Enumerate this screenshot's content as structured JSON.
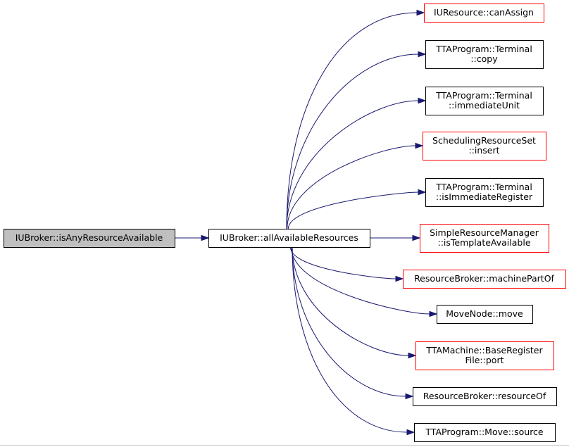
{
  "colors": {
    "edge": "#191970",
    "border_default": "#000000",
    "border_incomplete": "#ff0000",
    "root_fill": "#bfbfbf",
    "node_fill": "#ffffff"
  },
  "nodes": {
    "root": {
      "lines": [
        "IUBroker::isAnyResourceAvailable"
      ],
      "style": "root"
    },
    "center": {
      "lines": [
        "IUBroker::allAvailableResources"
      ],
      "style": "default"
    },
    "can_assign": {
      "lines": [
        "IUResource::canAssign"
      ],
      "style": "incomplete"
    },
    "terminal_copy": {
      "lines": [
        "TTAProgram::Terminal",
        "::copy"
      ],
      "style": "default"
    },
    "terminal_immediate_unit": {
      "lines": [
        "TTAProgram::Terminal",
        "::immediateUnit"
      ],
      "style": "default"
    },
    "srs_insert": {
      "lines": [
        "SchedulingResourceSet",
        "::insert"
      ],
      "style": "incomplete"
    },
    "terminal_is_imm_reg": {
      "lines": [
        "TTAProgram::Terminal",
        "::isImmediateRegister"
      ],
      "style": "default"
    },
    "srm_is_template": {
      "lines": [
        "SimpleResourceManager",
        "::isTemplateAvailable"
      ],
      "style": "incomplete"
    },
    "rb_machine_part_of": {
      "lines": [
        "ResourceBroker::machinePartOf"
      ],
      "style": "incomplete"
    },
    "movenode_move": {
      "lines": [
        "MoveNode::move"
      ],
      "style": "default"
    },
    "brf_port": {
      "lines": [
        "TTAMachine::BaseRegister",
        "File::port"
      ],
      "style": "incomplete"
    },
    "rb_resource_of": {
      "lines": [
        "ResourceBroker::resourceOf"
      ],
      "style": "default"
    },
    "move_source": {
      "lines": [
        "TTAProgram::Move::source"
      ],
      "style": "default"
    }
  },
  "edges": [
    {
      "from": "root",
      "to": "center"
    },
    {
      "from": "center",
      "to": "can_assign"
    },
    {
      "from": "center",
      "to": "terminal_copy"
    },
    {
      "from": "center",
      "to": "terminal_immediate_unit"
    },
    {
      "from": "center",
      "to": "srs_insert"
    },
    {
      "from": "center",
      "to": "terminal_is_imm_reg"
    },
    {
      "from": "center",
      "to": "srm_is_template"
    },
    {
      "from": "center",
      "to": "rb_machine_part_of"
    },
    {
      "from": "center",
      "to": "movenode_move"
    },
    {
      "from": "center",
      "to": "brf_port"
    },
    {
      "from": "center",
      "to": "rb_resource_of"
    },
    {
      "from": "center",
      "to": "move_source"
    }
  ]
}
